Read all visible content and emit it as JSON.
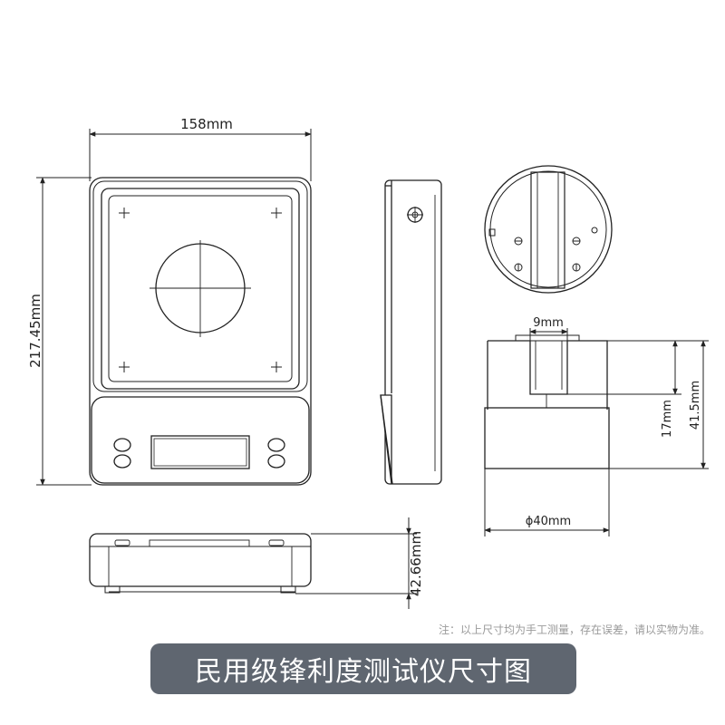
{
  "dimensions": {
    "width": "158mm",
    "length": "217.45mm",
    "height": "42.66mm",
    "slot_width": "9mm",
    "slot_depth": "17mm",
    "fixture_height": "41.5mm",
    "fixture_diameter": "ϕ40mm"
  },
  "note": "注：以上尺寸均为手工测量，存在误差，请以实物为准。",
  "title": "民用级锋利度测试仪尺寸图"
}
